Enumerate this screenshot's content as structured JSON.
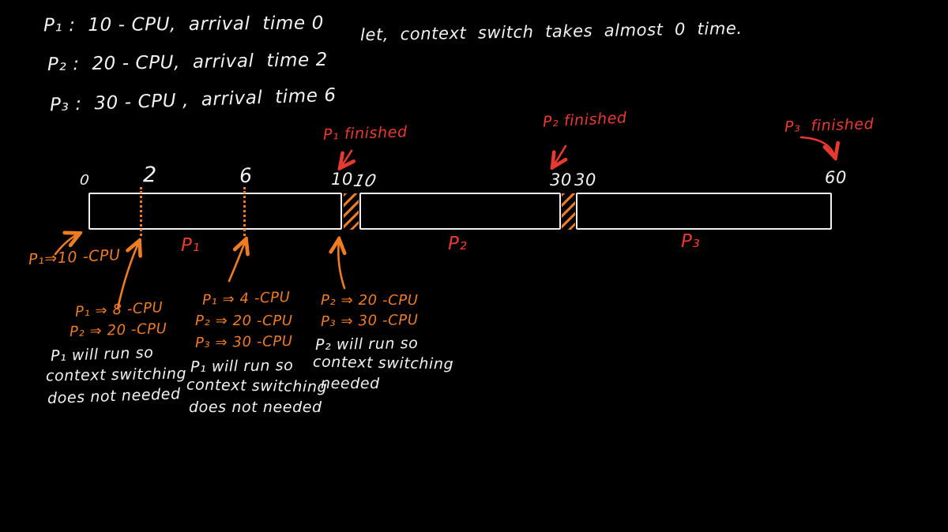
{
  "colors": {
    "background": "#000000",
    "ink": "#f2f2f2",
    "accent_orange": "#ee7c23",
    "accent_red": "#e93a30"
  },
  "header": {
    "processes": [
      "P₁ :  10 - CPU,  arrival  time 0",
      "P₂ :  20 - CPU,  arrival  time 2",
      "P₃ :  30 - CPU ,  arrival  time 6"
    ],
    "note": "let,  context  switch  takes  almost  0  time."
  },
  "timeline": {
    "ticks": [
      "0",
      "2",
      "6",
      "10",
      "10",
      "30",
      "30",
      "60"
    ],
    "segments": [
      {
        "process": "P₁",
        "start": 0,
        "end": 10
      },
      {
        "process": "P₂",
        "start": 10,
        "end": 30
      },
      {
        "process": "P₃",
        "start": 30,
        "end": 60
      }
    ],
    "segment_labels": [
      "P₁",
      "P₂",
      "P₃"
    ],
    "context_switches": [
      {
        "at": 10
      },
      {
        "at": 30
      }
    ]
  },
  "finished_notes": [
    {
      "text": "P₁ finished"
    },
    {
      "text": "P₂ finished"
    },
    {
      "text": "P₃  finished"
    }
  ],
  "annotations": {
    "start_state": "P₁⇒10 -CPU",
    "blocks": [
      {
        "states": [
          "P₁ ⇒ 8 -CPU",
          "P₂ ⇒ 20 -CPU"
        ],
        "note": [
          "P₁ will run so",
          "context switching",
          "does not needed"
        ]
      },
      {
        "states": [
          "P₁ ⇒ 4 -CPU",
          "P₂ ⇒ 20 -CPU",
          "P₃ ⇒ 30 -CPU"
        ],
        "note": [
          "P₁ will run so",
          "context switching",
          "does not needed"
        ]
      },
      {
        "states": [
          "P₂ ⇒ 20 -CPU",
          "P₃ ⇒ 30 -CPU"
        ],
        "note": [
          "P₂ will run so",
          "context switching",
          "needed"
        ]
      }
    ]
  }
}
